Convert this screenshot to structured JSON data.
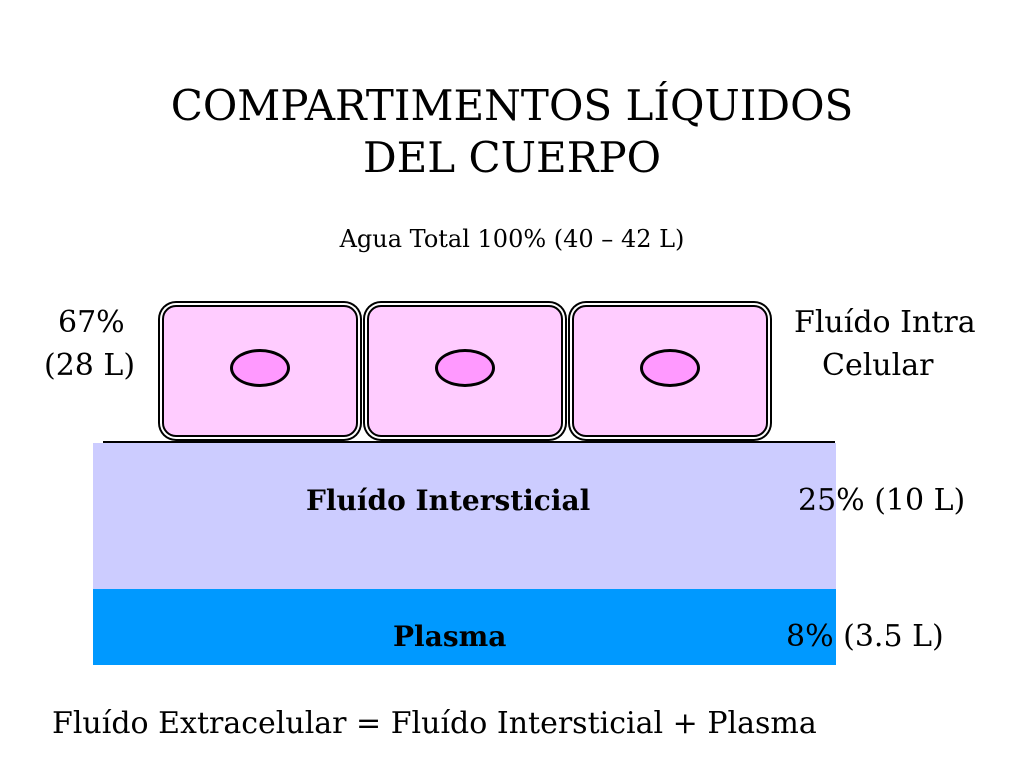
{
  "title": {
    "line1": "COMPARTIMENTOS LÍQUIDOS",
    "line2": "DEL CUERPO"
  },
  "subtitle": "Agua Total  100%  (40 – 42 L)",
  "intracellular": {
    "percent": "67%",
    "volume": "(28 L)",
    "label_line1": "Fluído Intra",
    "label_line2": "Celular"
  },
  "interstitial": {
    "label": "Fluído Intersticial",
    "amount": "25%   (10 L)"
  },
  "plasma": {
    "label": "Plasma",
    "amount": "8%  (3.5 L)"
  },
  "equation": "Fluído Extracelular = Fluído Intersticial + Plasma",
  "colors": {
    "cell_fill": "#ffccff",
    "nucleus_fill": "#ff99ff",
    "interstitial_fill": "#ccccff",
    "plasma_fill": "#0099ff"
  }
}
